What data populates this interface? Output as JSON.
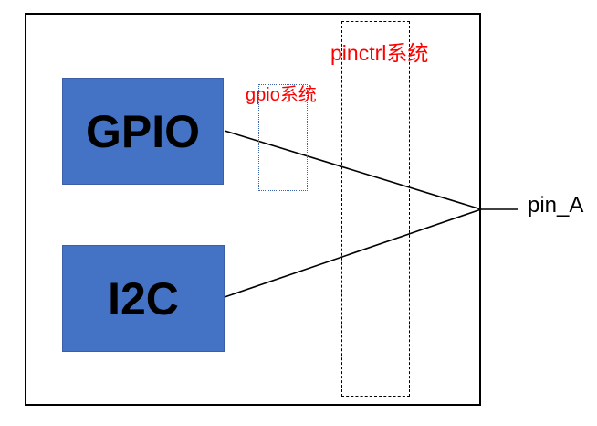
{
  "diagram": {
    "blocks": [
      {
        "id": "gpio",
        "label": "GPIO"
      },
      {
        "id": "i2c",
        "label": "I2C"
      }
    ],
    "annotations": {
      "gpio_system": "gpio系统",
      "pinctrl_system": "pinctrl系统"
    },
    "pin_label": "pin_A",
    "colors": {
      "block_fill": "#4472C4",
      "block_border": "#3A5FA8",
      "annotation_text": "#FF0000",
      "dotted_box_border": "#3E62B0",
      "dashed_box_border": "#000000",
      "outer_box_border": "#000000",
      "connector_line": "#000000",
      "block_text": "#000000",
      "pin_text": "#000000"
    }
  }
}
